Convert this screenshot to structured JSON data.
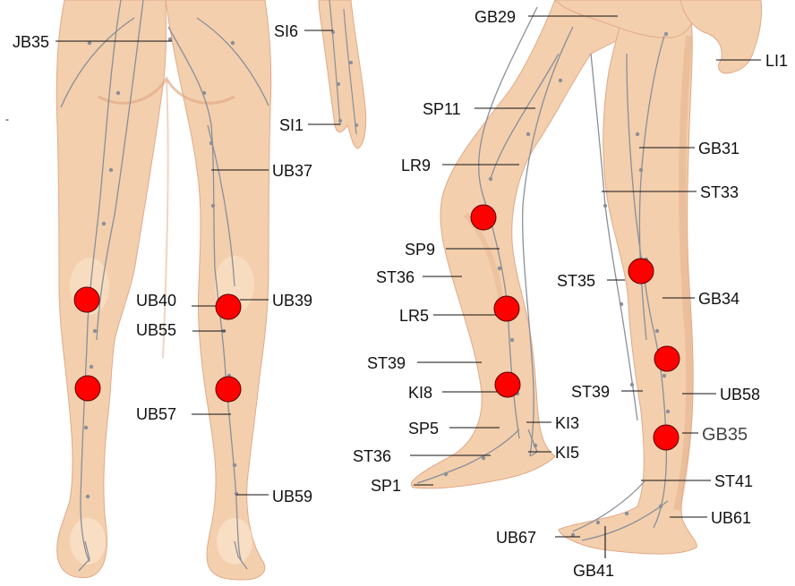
{
  "colors": {
    "skin": "#f3cfad",
    "skin_shadow": "#e2a988",
    "skin_highlight": "#fae4cc",
    "meridian": "#8a8f99",
    "leader": "#111111",
    "acupoint_marker": "#ff0000"
  },
  "labels": {
    "JB35": "JB35",
    "SI6": "SI6",
    "SI1": "SI1",
    "UB37": "UB37",
    "UB40": "UB40",
    "UB39": "UB39",
    "UB55": "UB55",
    "UB57": "UB57",
    "UB59": "UB59",
    "GB29": "GB29",
    "LI1": "LI1",
    "SP11": "SP11",
    "GB31": "GB31",
    "LR9": "LR9",
    "ST33": "ST33",
    "SP9": "SP9",
    "ST36_upper": "ST36",
    "ST35": "ST35",
    "GB34": "GB34",
    "LR5": "LR5",
    "ST39_left": "ST39",
    "ST39_right": "ST39",
    "UB58": "UB58",
    "KI8": "KI8",
    "KI3": "KI3",
    "GB35": "GB35",
    "SP5": "SP5",
    "ST36_lower": "ST36",
    "KI5": "KI5",
    "ST41": "ST41",
    "SP1": "SP1",
    "UB61": "UB61",
    "UB67": "UB67",
    "GB41": "GB41"
  },
  "stray_mark": "-"
}
